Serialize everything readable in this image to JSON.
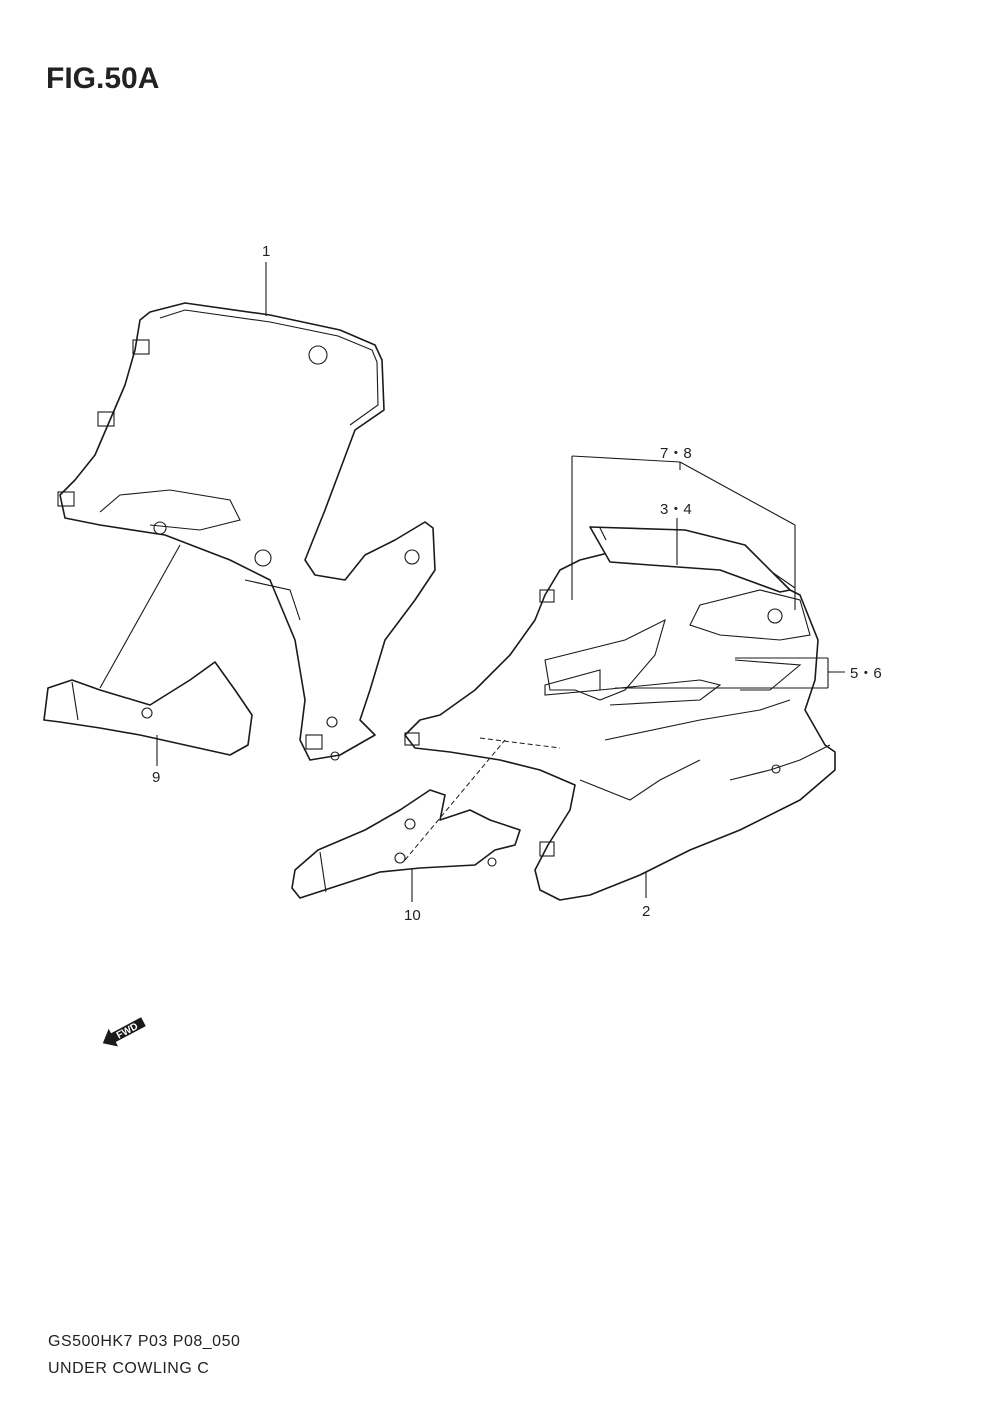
{
  "figure": {
    "title": "FIG.50A"
  },
  "callouts": {
    "c1": "1",
    "c2": "2",
    "c3_4": "3・4",
    "c5_6": "5・6",
    "c7_8": "7・8",
    "c9": "9",
    "c10": "10"
  },
  "fwd_arrow": {
    "label": "FWD"
  },
  "footer": {
    "code": "GS500HK7 P03 P08_050",
    "name": "UNDER COWLING C"
  }
}
